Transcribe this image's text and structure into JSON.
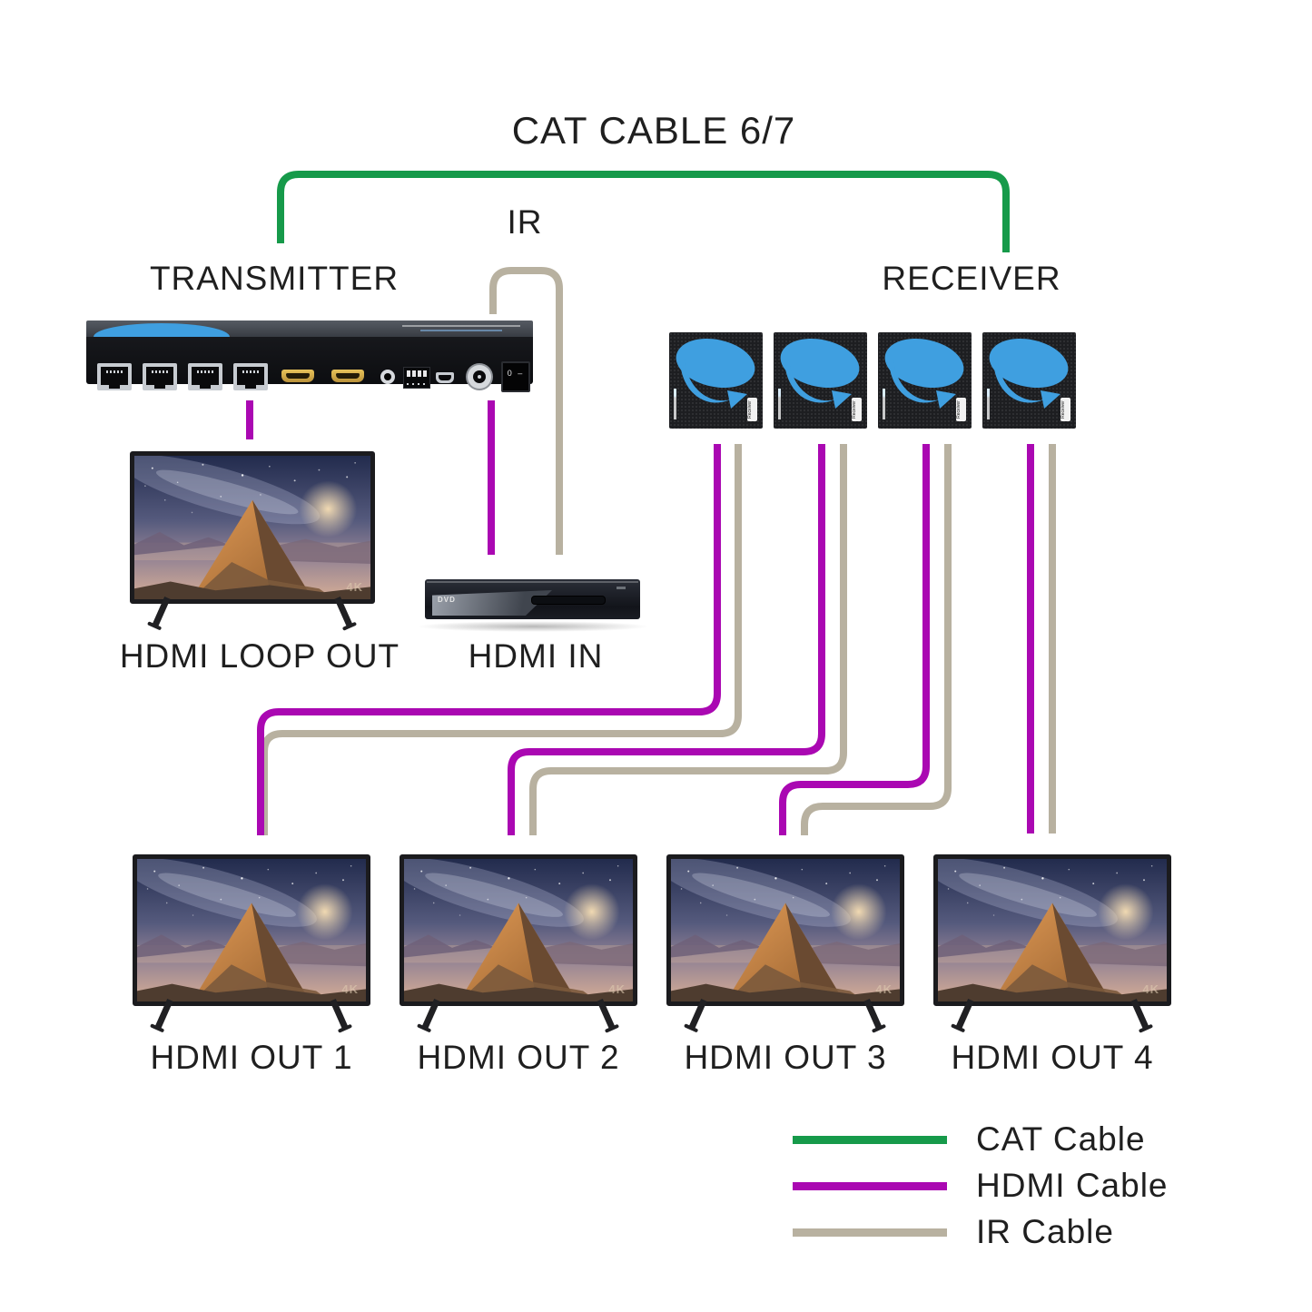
{
  "title": "CAT CABLE 6/7",
  "section_labels": {
    "ir": "IR",
    "transmitter": "TRANSMITTER",
    "receiver": "RECEIVER",
    "hdmi_loop_out": "HDMI LOOP OUT",
    "hdmi_in": "HDMI IN"
  },
  "outputs": [
    {
      "label": "HDMI OUT 1"
    },
    {
      "label": "HDMI OUT 2"
    },
    {
      "label": "HDMI OUT 3"
    },
    {
      "label": "HDMI OUT 4"
    }
  ],
  "legend": {
    "items": [
      {
        "label": "CAT Cable",
        "color": "#169a4a"
      },
      {
        "label": "HDMI Cable",
        "color": "#aa08b2"
      },
      {
        "label": "IR Cable",
        "color": "#b8b1a0"
      }
    ]
  },
  "devices": {
    "receiver_badge": "Receiver",
    "dvd_logo": "DVD",
    "tv_watermark": "4K",
    "power_switch_marks": "0 –"
  },
  "colors": {
    "cat": "#169a4a",
    "hdmi": "#aa08b2",
    "ir": "#b8b1a0",
    "text": "#1f1f1f",
    "bg": "#ffffff",
    "brand-blue": "#3f9fe0"
  }
}
